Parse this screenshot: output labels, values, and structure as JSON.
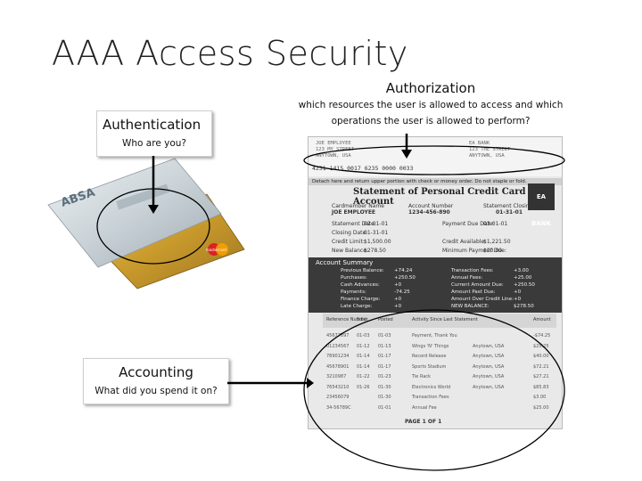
{
  "title": "AAA Access Security",
  "authentication": {
    "heading": "Authentication",
    "question": "Who are you?"
  },
  "authorization": {
    "heading": "Authorization",
    "line1": "which resources the user is allowed to access and which",
    "line2": "operations the user is allowed to perform?"
  },
  "accounting": {
    "heading": "Accounting",
    "question": "What did you spend it on?"
  },
  "cards": {
    "card1_brand": "ABSA",
    "card2_brand": "mastercard"
  },
  "statement": {
    "title": "Statement of Personal Credit Card Account",
    "detach_note": "Detach here and return upper portion with check or money order. Do not staple or fold.",
    "account_line": "4231 1415 0017 6235 0000 0033",
    "bank": "EA BANK",
    "cardmember_label": "Cardmember Name",
    "cardmember": "JOE EMPLOYEE",
    "account_label": "Account Number",
    "account": "1234-456-890",
    "closing_label": "Statement Closing Date",
    "closing": "01-31-01",
    "info": [
      [
        "Statement Date:",
        "02-01-01",
        "Payment Due Date:",
        "03-01-01"
      ],
      [
        "Closing Date:",
        "01-31-01",
        "",
        ""
      ],
      [
        "Credit Limit:",
        "$1,500.00",
        "Credit Available:",
        "$1,221.50"
      ],
      [
        "New Balance:",
        "$278.50",
        "Minimum Payment Due:",
        "$20.00"
      ]
    ],
    "summary_title": "Account Summary",
    "summary": [
      [
        "Previous Balance:",
        "+74.24",
        "Transaction Fees:",
        "+3.00"
      ],
      [
        "Purchases:",
        "+250.50",
        "Annual Fees:",
        "+25.00"
      ],
      [
        "Cash Advances:",
        "+0",
        "Current Amount Due:",
        "+250.50"
      ],
      [
        "Payments:",
        "-74.25",
        "Amount Past Due:",
        "+0"
      ],
      [
        "Finance Charge:",
        "+0",
        "Amount Over Credit Line:",
        "+0"
      ],
      [
        "Late Charge:",
        "+0",
        "NEW BALANCE:",
        "$278.50"
      ]
    ],
    "trans_headers": [
      "Reference Number",
      "Sold",
      "Posted",
      "Activity Since Last Statement",
      "",
      "Amount"
    ],
    "transactions": [
      [
        "45677897",
        "01-03",
        "01-03",
        "Payment, Thank You",
        "",
        "-$74.25"
      ],
      [
        "01234567",
        "01-12",
        "01-13",
        "Wings 'N' Things",
        "Anytown, USA",
        "$25.25"
      ],
      [
        "78901234",
        "01-14",
        "01-17",
        "Record Release",
        "Anytown, USA",
        "$40.00"
      ],
      [
        "45678901",
        "01-14",
        "01-17",
        "Sports Stadium",
        "Anytown, USA",
        "$72.21"
      ],
      [
        "3210987",
        "01-22",
        "01-23",
        "Tie Rack",
        "Anytown, USA",
        "$27.21"
      ],
      [
        "76543210",
        "01-26",
        "01-30",
        "Electronics World",
        "Anytown, USA",
        "$85.83"
      ],
      [
        "23456079",
        "",
        "01-30",
        "Transaction Fees",
        "",
        "$3.00"
      ],
      [
        "34-56789C",
        "",
        "01-01",
        "Annual Fee",
        "",
        "$25.00"
      ]
    ],
    "page": "PAGE 1 OF 1"
  }
}
